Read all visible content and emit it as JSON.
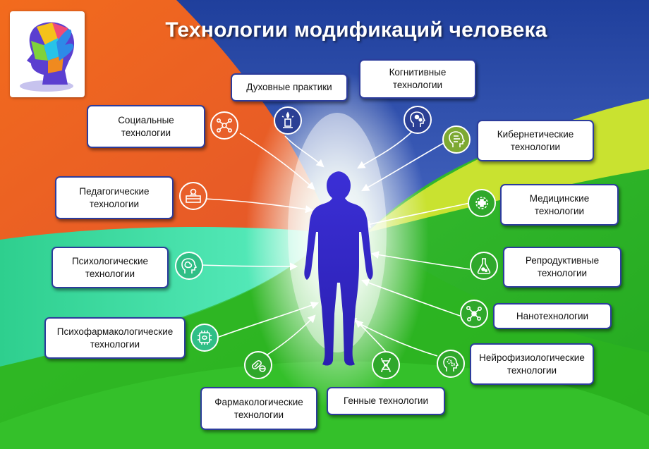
{
  "title": "Технологии модификаций человека",
  "colors": {
    "orange": "#ee6a2a",
    "blue": "#2f4ba8",
    "lime": "#c6e02a",
    "green": "#2fb82f",
    "teal": "#2fd69a",
    "border": "#2c3c9c",
    "figure": "#2e23c6"
  },
  "technologies": [
    {
      "id": "spiritual",
      "label": "Духовные практики",
      "icon": "candle-icon"
    },
    {
      "id": "cognitive",
      "label": "Когнитивные\nтехнологии",
      "icon": "head-gears-icon"
    },
    {
      "id": "social",
      "label": "Социальные\nтехнологии",
      "icon": "social-network-icon"
    },
    {
      "id": "cyber",
      "label": "Кибернетические\nтехнологии",
      "icon": "cyber-head-icon"
    },
    {
      "id": "pedagogical",
      "label": "Педагогические\nтехнологии",
      "icon": "books-icon"
    },
    {
      "id": "medical",
      "label": "Медицинские\nтехнологии",
      "icon": "medical-cross-gear-icon"
    },
    {
      "id": "psychological",
      "label": "Психологические\nтехнологии",
      "icon": "brain-head-icon"
    },
    {
      "id": "reproductive",
      "label": "Репродуктивные\nтехнологии",
      "icon": "flask-icon"
    },
    {
      "id": "nano",
      "label": "Нанотехнологии",
      "icon": "molecule-icon"
    },
    {
      "id": "psychopharm",
      "label": "Психофармакологические\nтехнологии",
      "icon": "brain-chip-icon"
    },
    {
      "id": "neurophys",
      "label": "Нейрофизиологические\nтехнологии",
      "icon": "head-cogs-icon"
    },
    {
      "id": "pharm",
      "label": "Фармакологические\nтехнологии",
      "icon": "pills-icon"
    },
    {
      "id": "genetic",
      "label": "Генные технологии",
      "icon": "dna-icon"
    }
  ]
}
